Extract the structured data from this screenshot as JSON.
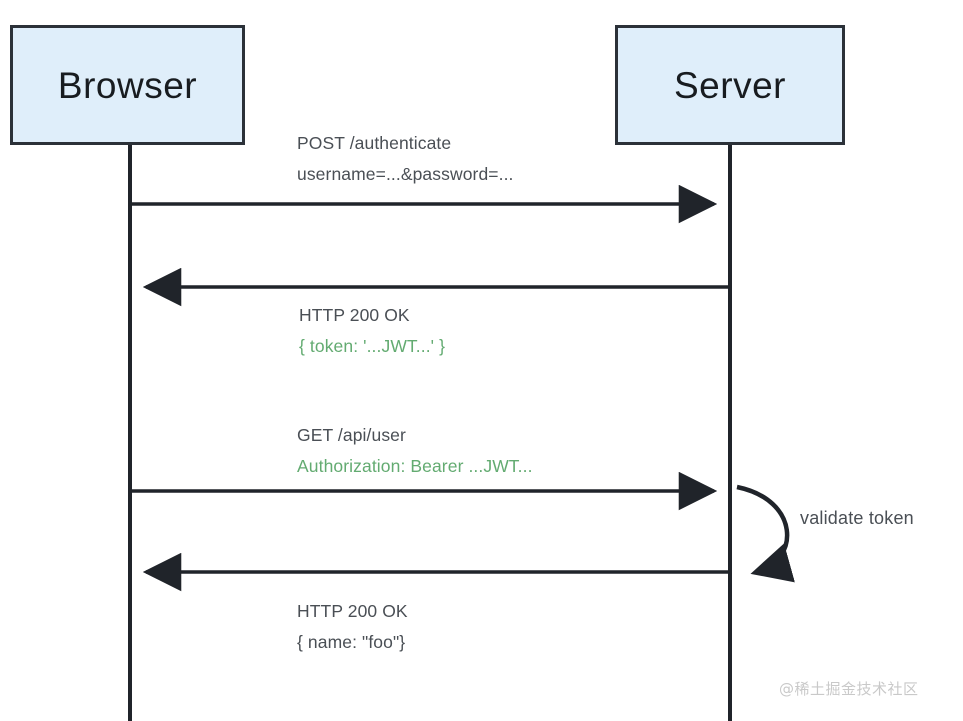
{
  "diagram": {
    "title": "JWT authentication sequence diagram",
    "colors": {
      "box_fill": "#dfeefa",
      "box_border": "#2b3138",
      "line": "#20242a",
      "text_dark": "#4a4f55",
      "text_green": "#63ab71",
      "watermark": "#c9c9c9"
    },
    "participants": [
      {
        "id": "browser",
        "label": "Browser"
      },
      {
        "id": "server",
        "label": "Server"
      }
    ],
    "messages": [
      {
        "id": "msg-post-authenticate",
        "direction": "right",
        "from": "browser",
        "to": "server",
        "lines": [
          {
            "text": "POST /authenticate",
            "color": "dark"
          },
          {
            "text": "username=...&password=...",
            "color": "dark"
          }
        ]
      },
      {
        "id": "msg-200-jwt",
        "direction": "left",
        "from": "server",
        "to": "browser",
        "lines": [
          {
            "text": "HTTP 200 OK",
            "color": "dark"
          },
          {
            "text": "{ token: '...JWT...' }",
            "color": "green"
          }
        ]
      },
      {
        "id": "msg-get-api-user",
        "direction": "right",
        "from": "browser",
        "to": "server",
        "lines": [
          {
            "text": "GET /api/user",
            "color": "dark"
          },
          {
            "text": "Authorization: Bearer ...JWT...",
            "color": "green"
          }
        ]
      },
      {
        "id": "msg-200-foo",
        "direction": "left",
        "from": "server",
        "to": "browser",
        "lines": [
          {
            "text": "HTTP 200 OK",
            "color": "dark"
          },
          {
            "text": "{ name: \"foo\"}",
            "color": "dark"
          }
        ]
      }
    ],
    "self_message": {
      "id": "self-validate-token",
      "on": "server",
      "label": "validate token"
    }
  },
  "watermark": {
    "text": "@稀土掘金技术社区"
  }
}
